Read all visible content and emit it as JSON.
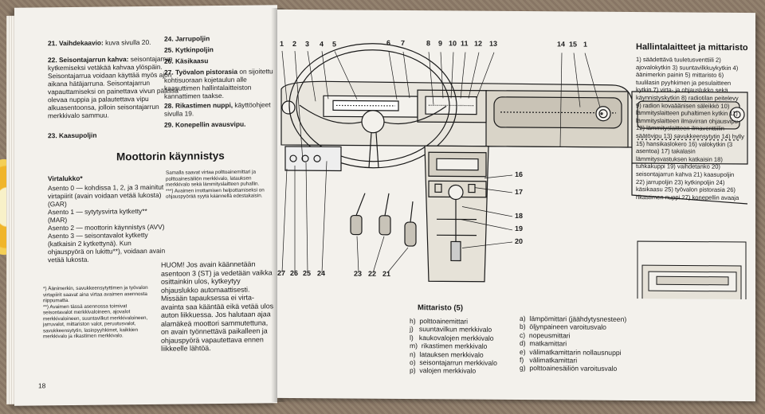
{
  "left_page": {
    "col1_items": [
      {
        "label": "21. Vaihdekaavio:",
        "text": " kuva sivulla 20."
      },
      {
        "label": "22. Seisontajarrun kahva:",
        "text": " seisontajarrun kytkemiseksi vetäkää kahvaa ylöspäin. Seisontajarrua voidaan käyttää myös ajon aikana hätäjarruna. Seisontajarrun vapauttamiseksi on painettava vivun päässä olevaa nuppia ja palautettava vipu alkuasentoonsa, jolloin seisontajarrun merkkivalo sammuu."
      },
      {
        "label": "23. Kaasupoljin",
        "text": ""
      }
    ],
    "col2_items": [
      {
        "label": "24. Jarrupoljin",
        "text": ""
      },
      {
        "label": "25. Kytkinpoljin",
        "text": ""
      },
      {
        "label": "26. Käsikaasu",
        "text": ""
      },
      {
        "label": "27. Työvalon pistorasia",
        "text": " on sijoitettu kohtisuoraan kojetaulun alle kaasuttimen hallintalaitteiston kannattimen taakse."
      },
      {
        "label": "28. Rikastimen nuppi,",
        "text": " käyttöohjeet sivulla 19."
      },
      {
        "label": "29. Konepellin avausvipu.",
        "text": ""
      }
    ],
    "section_title": "Moottorin käynnistys",
    "virtalukko_title": "Virtalukko*",
    "virtalukko_text": "Asento 0 — kohdissa 1, 2, ja 3 mainitut virtapiirit (avain voidaan vetää lukosta) (GAR)\nAsento 1 — sytytysvirta kytketty** (MAR)\nAsento 2 — moottorin käynnistys (AVV)\nAsento 3 — seisontavalot kytketty (katkaisin 2 kytkettynä). Kun ohjauspyörä on lukittu**), voidaan avain vetää lukosta.",
    "col2_note": "Samalla saavat virtaa polttoainemittari ja polttoainesäiliön merkkivalo, latauksen merkkivalo sekä lämmityslaitteen puhallin.\n***) Avaimen irrottamisen helpottamiseksi on ohjauspyörää syytä käännellä edestakaisin.",
    "huom_text": "HUOM! Jos avain käännetään asentoon 3 (ST) ja vedetään vaikka osittainkin ulos, kytkeytyy ohjauslukko automaattisesti. Missään tapauksessa ei virta-avainta saa kääntää eikä vetää ulos auton liikkuessa. Jos halutaan ajaa alamäkeä moottori sammutettuna, on avain työnnettävä paikalleen ja ohjauspyörä vapautettava ennen liikkeelle lähtöä.",
    "footnotes": "*) Äänimerkin, savukkeensytyttimen ja työvalon virtapiirit saavat aina virtaa avaimen asennosta riippumatta.\n**) Avaimen tässä asennossa toimivat seisontavalot merkkivaloineen, ajovalot merkkivaloineen, suuntavilkut merkkivaloineen, jarruvalot, mittariston valot, peruutusvalot, savukkeensytytin, lasinpyyhkimet, kaikkien merkkivalo ja rikastimen merkkivalo.",
    "page_number": "18"
  },
  "right_page": {
    "diagram_top_numbers": [
      "1",
      "2",
      "3",
      "4",
      "5",
      "6",
      "7",
      "8",
      "9",
      "10",
      "11",
      "12",
      "13",
      "14",
      "15",
      "1"
    ],
    "diagram_right_numbers": [
      "16",
      "17",
      "18",
      "19",
      "20"
    ],
    "diagram_bottom_numbers": [
      "27",
      "26",
      "25",
      "24",
      "23",
      "22",
      "21"
    ],
    "mittaristo_title": "Mittaristo (5)",
    "gauges_left": "h)  polttoainemittari\nj)   suuntavilkun merkkivalo\nl)   kaukovalojen merkkivalo\nm)  rikastimen merkkivalo\nn)  latauksen merkkivalo\no)  seisontajarrun merkkivalo\np)  valojen merkkivalo",
    "gauges_right": "a)  lämpömittari (jäähdytysnesteen)\nb)  öljynpaineen varoitusvalo\nc)  nopeusmittari\nd)  matkamittari\ne)  välimatkamittarin nollausnuppi\nf)   välimatkamittari\ng)  polttoainesäiliön varoitusvalo",
    "controls_title": "Hallintalaitteet ja mittaristo",
    "controls_text": "1) säädettävä tuuletusventtiili 2) ajovalokytkin 3) suuntavilkkuykytkin 4) äänimerkin painin 5) mittaristo 6) tuulilasin pyyhkimen ja pesulaitteen kytkin 7) virta- ja ohjauslukko sekä käynnistyskytkin 8) radiotilan peitelevy 9) radion kovaäänisen säleikkö 10) lämmityslaitteen puhaltimen kytkin 11) lämmityslaitteen ilmavirran ohjausvipu 12) lämmityslaitteen ilmaventtiilin säätövipu 13) savukkeensytytin 14) hylly 15) hansikaslokero 16) valokytkin (3 asentoa) 17) takalasin lämmitysvastuksen katkaisin 18) tuhkakuppi 19) vaihdetanko 20) seisontajarrun kahva 21) kaasupoljin 22) jarrupoljin 23) kytkinpoljin 24) käsikaasu 25) työvalon pistorasia 26) rikastimen nuppi 27) konepellin avaaja"
  }
}
